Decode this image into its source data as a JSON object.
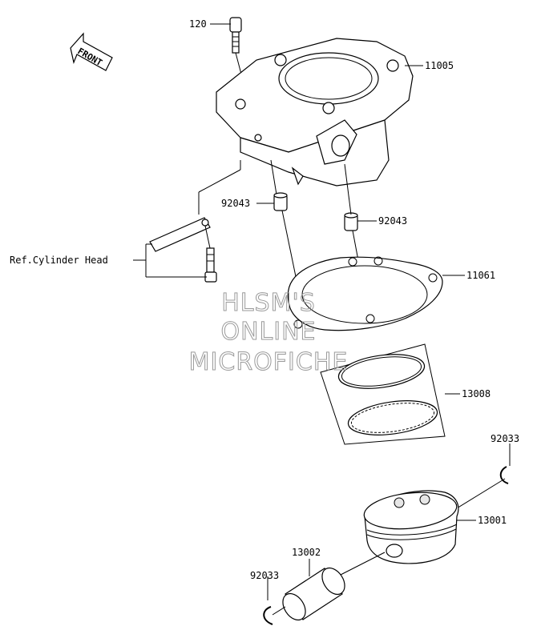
{
  "diagram": {
    "front_label": "FRONT",
    "ref_label": "Ref.Cylinder Head",
    "watermark": [
      "HLSM'S",
      "ONLINE",
      "MICROFICHE"
    ],
    "parts": [
      {
        "number": "120",
        "name": "bolt-label"
      },
      {
        "number": "11005",
        "name": "cylinder-label"
      },
      {
        "number": "92043",
        "name": "dowel-pin-label-left"
      },
      {
        "number": "92043",
        "name": "dowel-pin-label-right"
      },
      {
        "number": "11061",
        "name": "cylinder-gasket-label"
      },
      {
        "number": "13008",
        "name": "piston-ring-set-label"
      },
      {
        "number": "92033",
        "name": "snap-ring-label-right"
      },
      {
        "number": "13001",
        "name": "piston-label"
      },
      {
        "number": "13002",
        "name": "piston-pin-label"
      },
      {
        "number": "92033",
        "name": "snap-ring-label-left"
      }
    ]
  }
}
